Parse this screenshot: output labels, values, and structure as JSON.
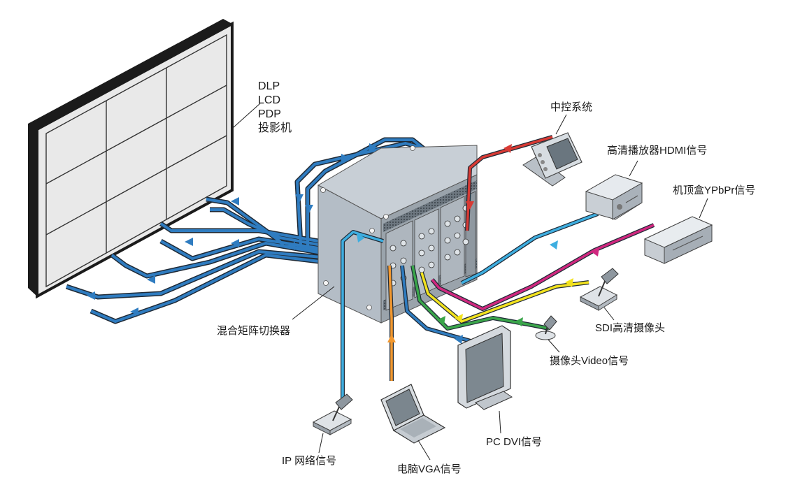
{
  "labels": {
    "display_types": [
      "DLP",
      "LCD",
      "PDP",
      "投影机"
    ],
    "central_control": "中控系统",
    "hdmi_player": "高清播放器HDMI信号",
    "set_top_box": "机顶盒YPbPr信号",
    "sdi_camera": "SDI高清摄像头",
    "video_camera": "摄像头Video信号",
    "pc_dvi": "PC DVI信号",
    "laptop_vga": "电脑VGA信号",
    "ip_signal": "IP 网络信号",
    "matrix_switcher": "混合矩阵切换器"
  },
  "colors": {
    "blue": "#2f7cc0",
    "light_blue": "#3eaee0",
    "red": "#d83a34",
    "magenta": "#d0287f",
    "yellow": "#f2e21e",
    "green": "#3aa54a",
    "orange": "#f2982f",
    "line_outline": "#2b2b2b"
  }
}
